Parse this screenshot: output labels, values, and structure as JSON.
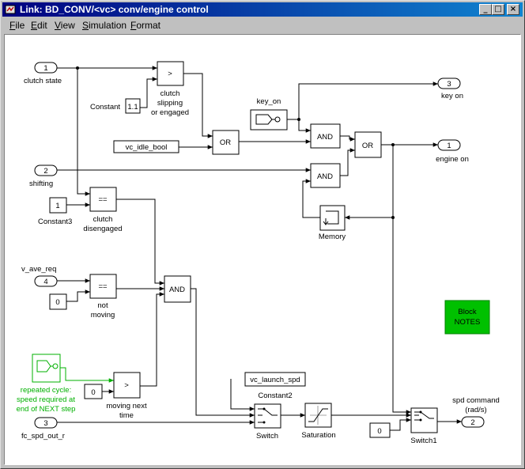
{
  "window": {
    "title": "Link: BD_CONV/<vc> conv/engine control"
  },
  "window_controls": {
    "minimize": "_",
    "maximize": "□",
    "close": "×"
  },
  "menu": {
    "items": [
      "File",
      "Edit",
      "View",
      "Simulation",
      "Format"
    ]
  },
  "diagram": {
    "ports": {
      "in1": {
        "num": "1",
        "label": "clutch state"
      },
      "in2": {
        "num": "2",
        "label": "shifting"
      },
      "in3": {
        "num": "3",
        "label": "fc_spd_out_r"
      },
      "in4": {
        "num": "4",
        "label": "v_ave_req"
      },
      "out1": {
        "num": "1",
        "label": "engine on"
      },
      "out2": {
        "num": "2",
        "label": "spd command",
        "label2": "(rad/s)"
      },
      "out3": {
        "num": "3",
        "label": "key on"
      }
    },
    "blocks": {
      "constant": {
        "value": "1.1",
        "label": "Constant"
      },
      "constant3": {
        "value": "1",
        "label": "Constant3"
      },
      "zero_a": {
        "value": "0"
      },
      "zero_b": {
        "value": "0"
      },
      "zero_c": {
        "value": "0"
      },
      "relop_gt1": {
        "symbol": ">",
        "label1": "clutch",
        "label2": "slipping",
        "label3": "or engaged"
      },
      "relop_eq1": {
        "symbol": "==",
        "label1": "clutch",
        "label2": "disengaged"
      },
      "relop_eq2": {
        "symbol": "==",
        "label1": "not",
        "label2": "moving"
      },
      "relop_gt2": {
        "symbol": ">",
        "label1": "moving next",
        "label2": "time"
      },
      "idle_bool": {
        "text": "vc_idle_bool"
      },
      "launch_spd": {
        "text": "vc_launch_spd",
        "label": "Constant2"
      },
      "key_on": {
        "label": "key_on"
      },
      "repeated": {
        "label1": "repeated cycle:",
        "label2": "speed required at",
        "label3": "end of NEXT step"
      },
      "or1": {
        "text": "OR"
      },
      "or2": {
        "text": "OR"
      },
      "and1": {
        "text": "AND"
      },
      "and2": {
        "text": "AND"
      },
      "and3": {
        "text": "AND"
      },
      "memory": {
        "label": "Memory"
      },
      "switch": {
        "label": "Switch"
      },
      "switch1": {
        "label": "Switch1"
      },
      "saturation": {
        "label": "Saturation"
      },
      "notes": {
        "line1": "Block",
        "line2": "NOTES"
      }
    }
  }
}
